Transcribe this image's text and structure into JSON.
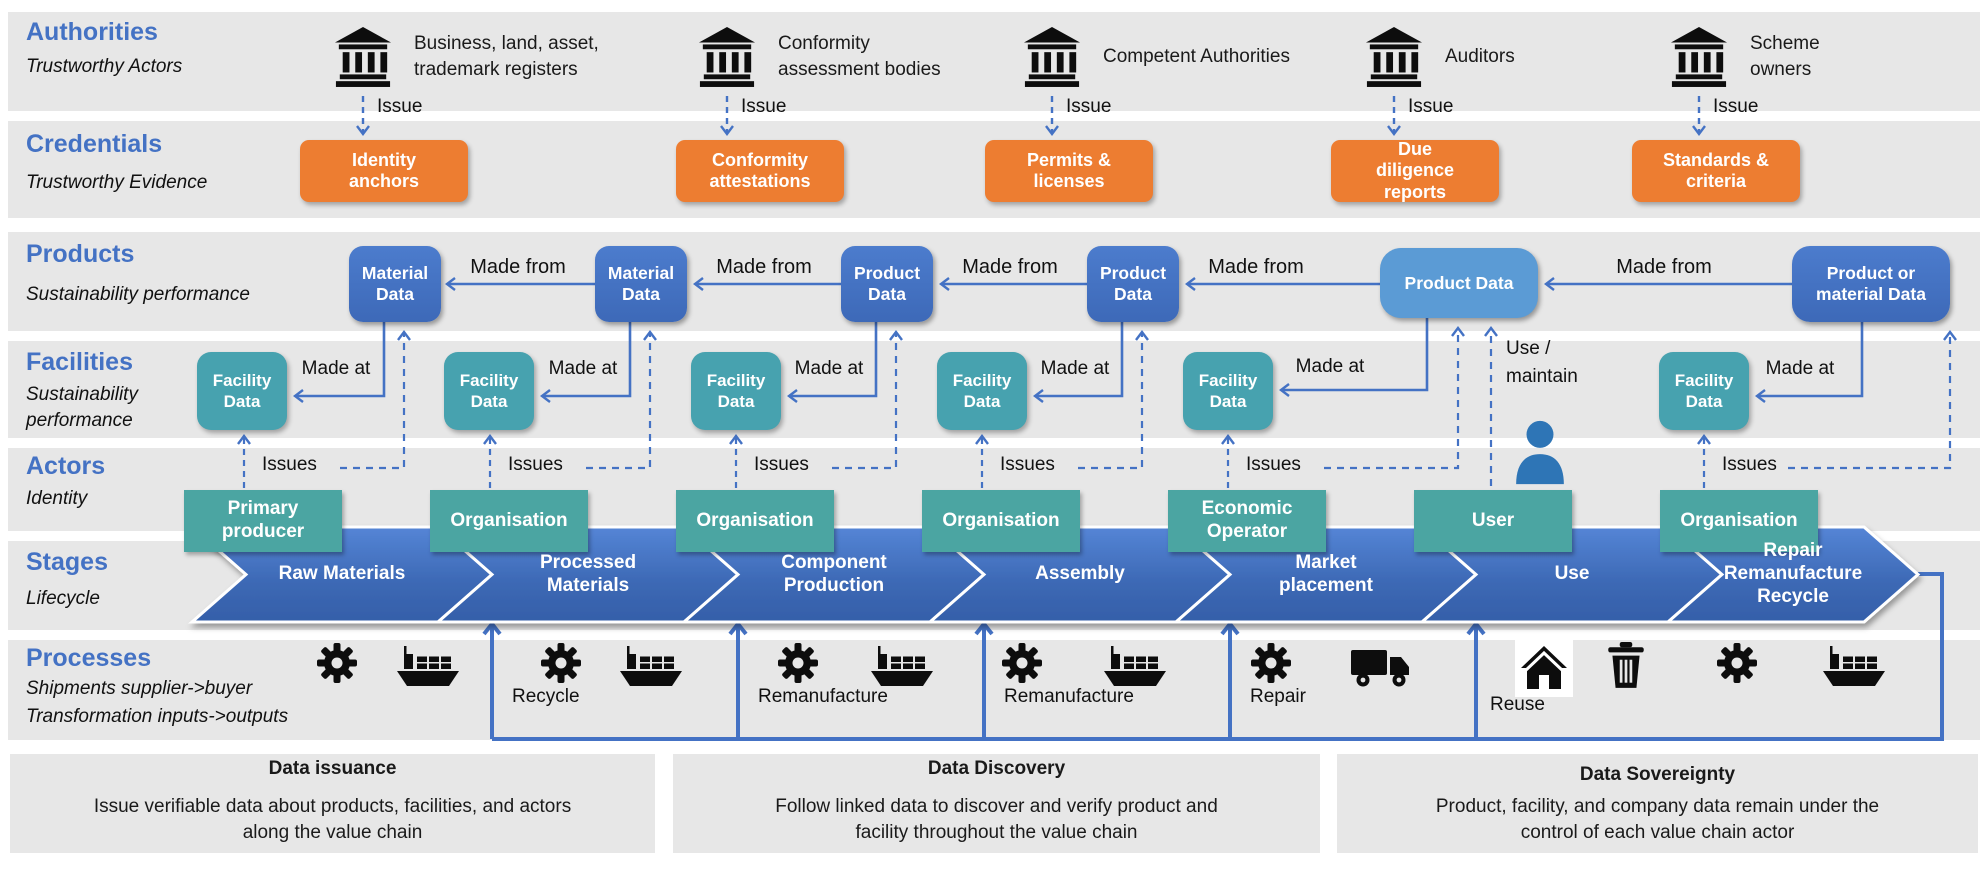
{
  "colors": {
    "accent_blue": "#4472C4",
    "orange": "#ED7D31",
    "facility_teal": "#47A2AF",
    "actor_teal": "#4BA5A2",
    "light_blue": "#5B9BD5",
    "band_gray": "#E7E7E7",
    "person_blue": "#2E75B6"
  },
  "rows": {
    "authorities": {
      "title": "Authorities",
      "subtitle": "Trustworthy Actors"
    },
    "credentials": {
      "title": "Credentials",
      "subtitle": "Trustworthy Evidence"
    },
    "products": {
      "title": "Products",
      "subtitle": "Sustainability performance"
    },
    "facilities": {
      "title": "Facilities",
      "subtitle": "Sustainability performance"
    },
    "actors": {
      "title": "Actors",
      "subtitle": "Identity"
    },
    "stages": {
      "title": "Stages",
      "subtitle": "Lifecycle"
    },
    "processes": {
      "title": "Processes",
      "subtitle_line1": "Shipments supplier->buyer",
      "subtitle_line2": "Transformation inputs->outputs"
    }
  },
  "authorities": {
    "issue_label": "Issue",
    "items": [
      {
        "line1": "Business, land, asset,",
        "line2": "trademark registers"
      },
      {
        "line1": "Conformity",
        "line2": "assessment bodies"
      },
      {
        "line1": "Competent Authorities"
      },
      {
        "line1": "Auditors"
      },
      {
        "line1": "Scheme",
        "line2": "owners"
      }
    ]
  },
  "credentials": {
    "boxes": [
      "Identity anchors",
      "Conformity attestations",
      "Permits & licenses",
      "Due diligence reports",
      "Standards & criteria"
    ]
  },
  "products": {
    "made_from_label": "Made from",
    "boxes": [
      "Material Data",
      "Material Data",
      "Product Data",
      "Product Data",
      "Product Data",
      "Product or material Data"
    ]
  },
  "facilities": {
    "made_at_label": "Made at",
    "box_label": "Facility Data"
  },
  "actors": {
    "issues_label": "Issues",
    "use_maintain_line1": "Use /",
    "use_maintain_line2": "maintain",
    "boxes": [
      "Primary producer",
      "Organisation",
      "Organisation",
      "Organisation",
      "Economic Operator",
      "User",
      "Organisation"
    ]
  },
  "stages": {
    "chevrons": [
      "Raw Materials",
      "Processed Materials",
      "Component Production",
      "Assembly",
      "Market placement",
      "Use",
      "Repair Remanufacture Recycle"
    ]
  },
  "processes": {
    "flow_labels": [
      "Recycle",
      "Remanufacture",
      "Remanufacture",
      "Repair",
      "Reuse"
    ]
  },
  "footer": {
    "boxes": [
      {
        "title": "Data issuance",
        "line1": "Issue verifiable data about products, facilities, and actors",
        "line2": "along the value chain"
      },
      {
        "title": "Data Discovery",
        "line1": "Follow linked data to discover and verify product and",
        "line2": "facility throughout the value chain"
      },
      {
        "title": "Data Sovereignty",
        "line1": "Product, facility, and company data remain under the",
        "line2": "control of each value chain actor"
      }
    ]
  },
  "icons": {
    "authority": "bank-icon",
    "transformation": "gear-icon",
    "shipment": "ship-icon",
    "transport": "truck-icon",
    "reuse_home": "house-icon",
    "waste": "trash-icon",
    "user": "person-icon"
  }
}
